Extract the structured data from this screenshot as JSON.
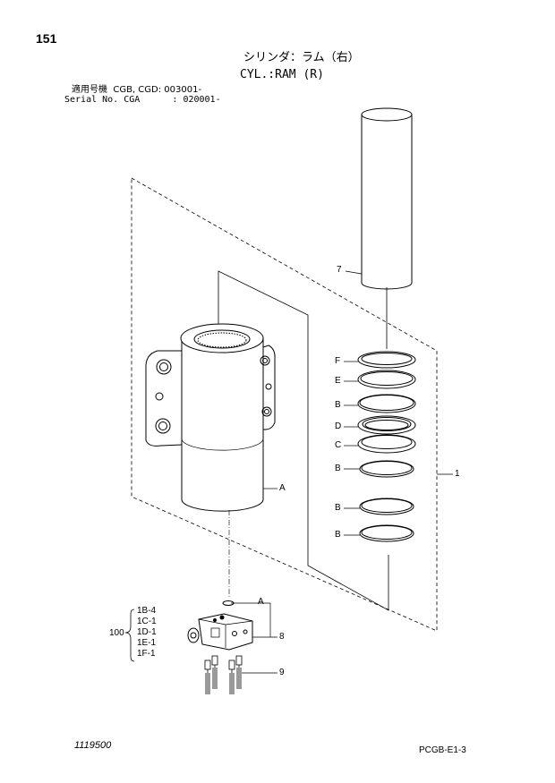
{
  "header": {
    "page_number": "151",
    "title_jp": "シリンダ：ラム（右）",
    "title_en": "CYL.:RAM (R)",
    "applicability_line1": "適用号機  CGB, CGD: 003001-",
    "applicability_line2": "Serial No. CGA      : 020001-"
  },
  "footer": {
    "doc_number": "1119500",
    "page_ref": "PCGB-E1-3"
  },
  "callouts": {
    "item_7": "7",
    "item_1": "1",
    "item_8": "8",
    "item_9": "9",
    "item_100": "100",
    "ring_f": "F",
    "ring_e": "E",
    "ring_b1": "B",
    "ring_d": "D",
    "ring_c": "C",
    "ring_b2": "B",
    "ring_b3": "B",
    "ring_b4": "B",
    "ref_a_body": "A",
    "ref_a_valve": "A"
  },
  "kit_list": [
    "1B-4",
    "1C-1",
    "1D-1",
    "1E-1",
    "1F-1"
  ]
}
